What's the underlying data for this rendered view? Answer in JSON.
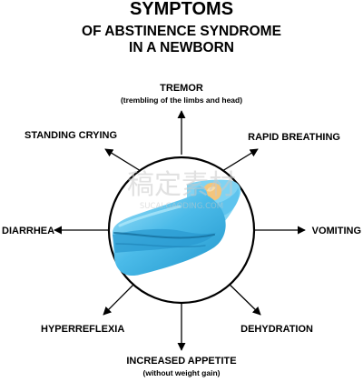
{
  "title": {
    "line1": "SYMPTOMS",
    "line2": "OF ABSTINENCE SYNDROME",
    "line3": "IN A NEWBORN"
  },
  "symptoms": {
    "top": {
      "label": "TREMOR",
      "note": "(trembling of the limbs and head)"
    },
    "top_right": {
      "label": "RAPID BREATHING"
    },
    "right": {
      "label": "VOMITING"
    },
    "bottom_right": {
      "label": "DEHYDRATION"
    },
    "bottom": {
      "label": "INCREASED APPETITE",
      "note": "(without weight gain)"
    },
    "bottom_left": {
      "label": "HYPERREFLEXIA"
    },
    "left": {
      "label": "DIARRHEA"
    },
    "top_left": {
      "label": "STANDING CRYING"
    }
  },
  "watermark": {
    "text_cn": "稿定素材",
    "text_en": "SUCAI.GAODING.COM"
  },
  "colors": {
    "swaddle_light": "#8fd9f5",
    "swaddle_main": "#3fb5e6",
    "swaddle_dark": "#1d8fc4",
    "skin": "#f2c27a",
    "stroke": "#000000"
  }
}
